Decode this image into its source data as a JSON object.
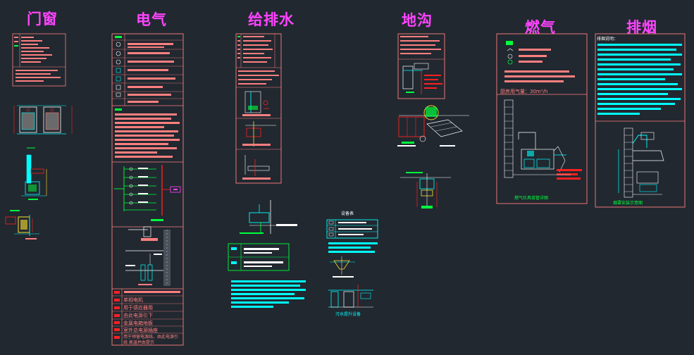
{
  "sections": {
    "doors_windows": {
      "title": "门窗"
    },
    "electrical": {
      "title": "电气",
      "legend_labels": [
        "单相电机",
        "用于感应器用",
        "由此电源引下",
        "金属电箱地板",
        "室外总电源插座",
        "用于预留电源线，由此电源引线 高温并由提示"
      ]
    },
    "water": {
      "title": "给排水",
      "table_title": "设备表",
      "caption": "污水提升设备"
    },
    "trench": {
      "title": "地沟"
    },
    "gas": {
      "title": "燃气",
      "note": "厨房用气量：30m³/h",
      "caption": "燃气灶具接管详图"
    },
    "smoke": {
      "title": "排烟",
      "header": "排烟说明：",
      "caption": "烟罩安装示意图"
    }
  },
  "colors": {
    "background": "#212830",
    "title": "#ff44ff",
    "text_salmon": "#ff7f7f",
    "cyan": "#00ffff",
    "green": "#00ff3c",
    "red": "#ff2020",
    "yellow": "#ffe030",
    "white": "#ffffff"
  }
}
